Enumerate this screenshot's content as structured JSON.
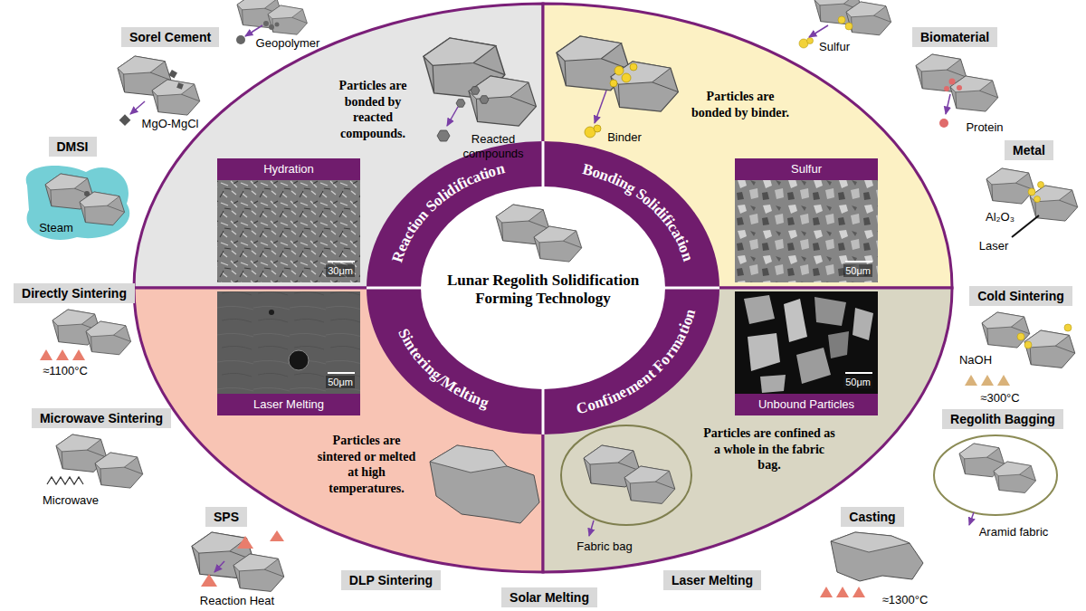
{
  "diagram": {
    "nodes": [
      {
        "text": [
          "Particles are bonded by reacted compounds."
        ]
      },
      {
        "text": [
          "Particles are bonded by binder."
        ]
      },
      {
        "text": [
          "Particles are sintered or melted at high temperatures."
        ]
      },
      {
        "text": [
          "Particles are confined as a whole in the fabric bag."
        ]
      },
      {
        "text": [
          "Hydration",
          "30μm"
        ],
        "in": 0
      },
      {
        "text": [
          "Sulfur",
          "50μm"
        ],
        "in": 1
      },
      {
        "text": [
          "50μm",
          "Laser Melting"
        ],
        "in": 2
      },
      {
        "text": [
          "50μm",
          "Unbound Particles"
        ],
        "in": 3
      },
      {
        "text": [
          "Reaction Solidification",
          "Bonding Solidification",
          "Sintering/Melting",
          "Confinement Formation"
        ]
      },
      {
        "text": [
          "Lunar Regolith Solidification Forming Technology"
        ],
        "in": 8
      },
      {
        "text": [
          "Sorel Cement"
        ]
      },
      {
        "text": [
          "DMSI"
        ]
      },
      {
        "text": [
          "Directly Sintering"
        ]
      },
      {
        "text": [
          "Microwave Sintering"
        ]
      },
      {
        "text": [
          "SPS"
        ]
      },
      {
        "text": [
          "DLP Sintering"
        ]
      },
      {
        "text": [
          "Solar Melting"
        ]
      },
      {
        "text": [
          "Laser Melting"
        ]
      },
      {
        "text": [
          "Casting"
        ]
      },
      {
        "text": [
          "Regolith Bagging"
        ]
      },
      {
        "text": [
          "Cold Sintering"
        ]
      },
      {
        "text": [
          "Metal"
        ]
      },
      {
        "text": [
          "Biomaterial"
        ]
      }
    ],
    "labels": [
      "Geopolymer",
      "Reacted compounds",
      "Sulfur",
      "Binder",
      "MgO-MgCl",
      "Protein",
      "Steam",
      "Al₂O₃",
      "Laser",
      "NaOH",
      "≈300°C",
      "≈1100°C",
      "Fabric bag",
      "Microwave",
      "Aramid fabric",
      "Reaction Heat",
      "≈1300°C"
    ]
  }
}
